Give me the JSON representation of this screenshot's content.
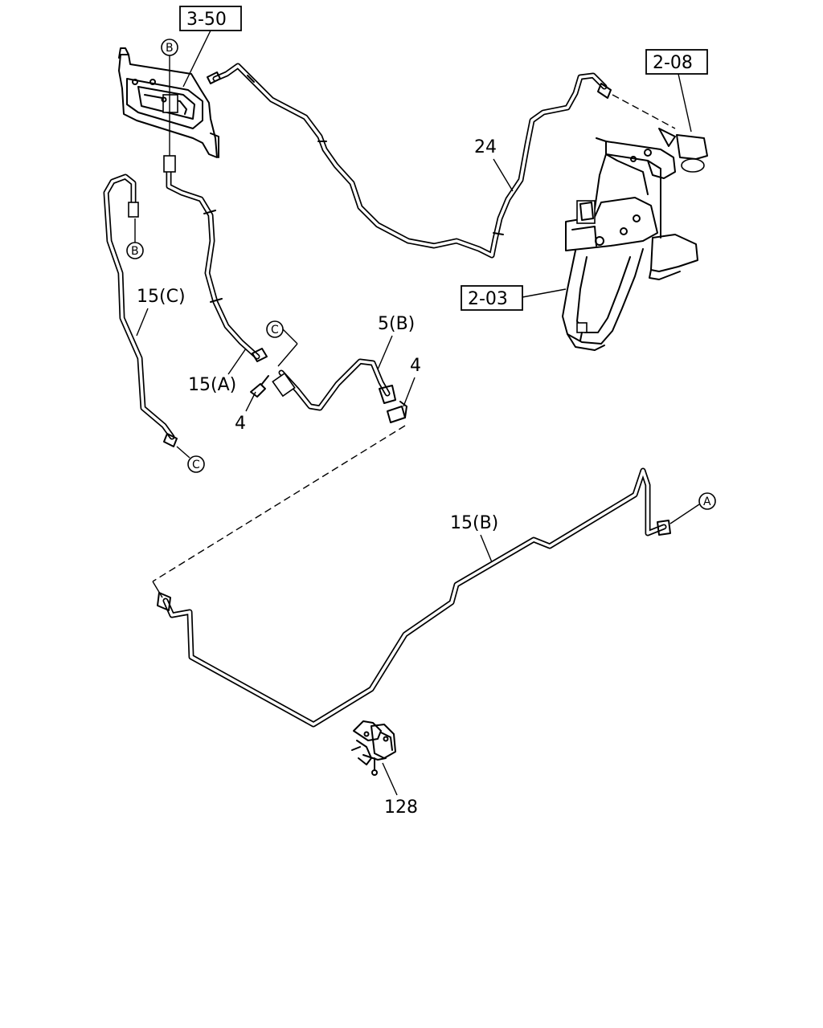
{
  "refs": {
    "ref_3_50": "3-50",
    "ref_2_08": "2-08",
    "ref_2_03": "2-03"
  },
  "callouts": {
    "part_24": "24",
    "part_15c": "15(C)",
    "part_15a": "15(A)",
    "part_5b": "5(B)",
    "part_4_right": "4",
    "part_4_left": "4",
    "part_15b": "15(B)",
    "part_128": "128"
  },
  "connectors": {
    "b_top": "B",
    "b_left": "B",
    "c_mid": "C",
    "c_bottom": "C",
    "a_right": "A"
  }
}
